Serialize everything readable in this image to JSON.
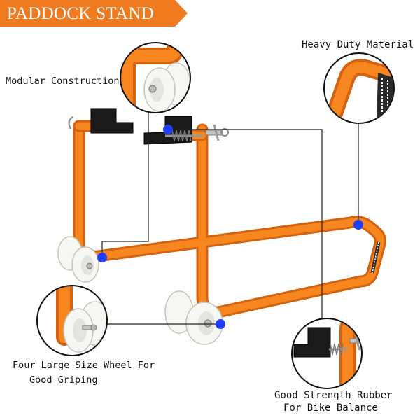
{
  "banner": {
    "title": "PADDOCK STAND"
  },
  "callouts": {
    "heavy_duty": {
      "lines": [
        "Heavy Duty Material"
      ]
    },
    "modular": {
      "lines": [
        "Modular Construction"
      ]
    },
    "wheels": {
      "lines": [
        "Four Large Size Wheel For",
        "Good Griping"
      ]
    },
    "rubber": {
      "lines": [
        "Good Strength Rubber",
        "For Bike Balance"
      ]
    }
  },
  "colors": {
    "banner": "#f07a1f",
    "tube": "#f7861f",
    "marker": "#1f3cff",
    "rubber": "#1a1a1a",
    "wheel": "#f6f6f2"
  }
}
